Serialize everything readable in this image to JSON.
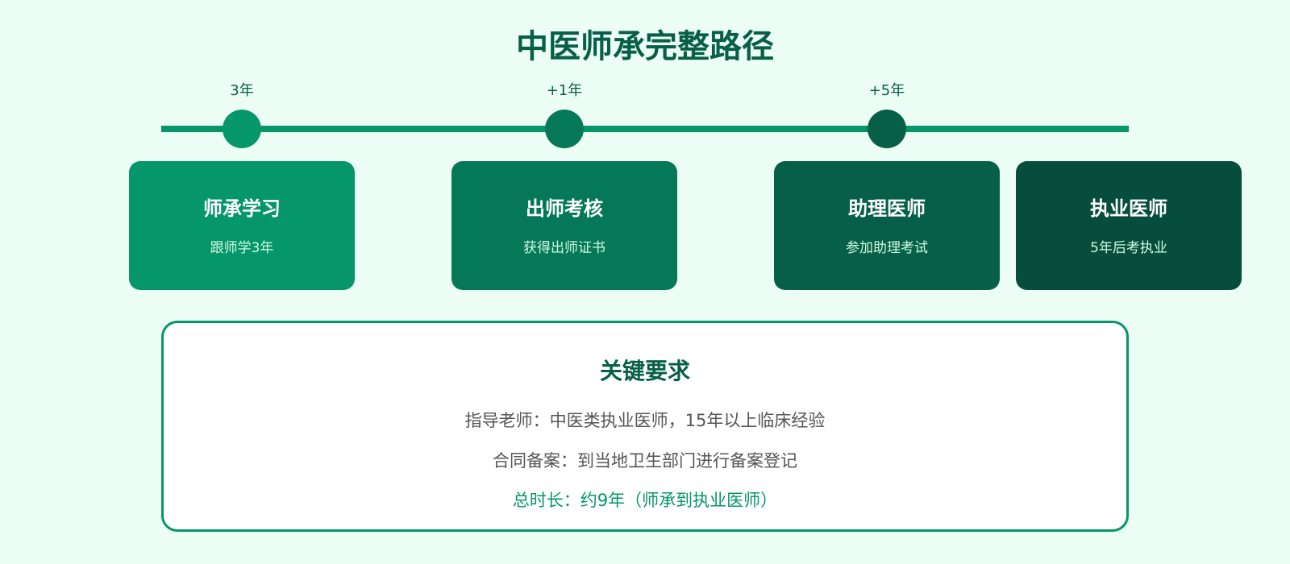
{
  "title": "中医师承完整路径",
  "colors": {
    "background": "#ecfdf5",
    "accent": "#059669",
    "title": "#065f46",
    "stage_colors": [
      "#059669",
      "#047857",
      "#065f46",
      "#064e3b"
    ]
  },
  "timeline": {
    "milestones": [
      {
        "label": "3年",
        "dot_color": "#059669"
      },
      {
        "label": "+1年",
        "dot_color": "#047857"
      },
      {
        "label": "+5年",
        "dot_color": "#065f46"
      }
    ]
  },
  "stages": [
    {
      "title": "师承学习",
      "subtitle": "跟师学3年",
      "color": "#059669"
    },
    {
      "title": "出师考核",
      "subtitle": "获得出师证书",
      "color": "#047857"
    },
    {
      "title": "助理医师",
      "subtitle": "参加助理考试",
      "color": "#065f46"
    },
    {
      "title": "执业医师",
      "subtitle": "5年后考执业",
      "color": "#064e3b"
    }
  ],
  "requirements": {
    "title": "关键要求",
    "lines": [
      "指导老师：中医类执业医师，15年以上临床经验",
      "合同备案：到当地卫生部门进行备案登记",
      "总时长：约9年（师承到执业医师）"
    ]
  }
}
